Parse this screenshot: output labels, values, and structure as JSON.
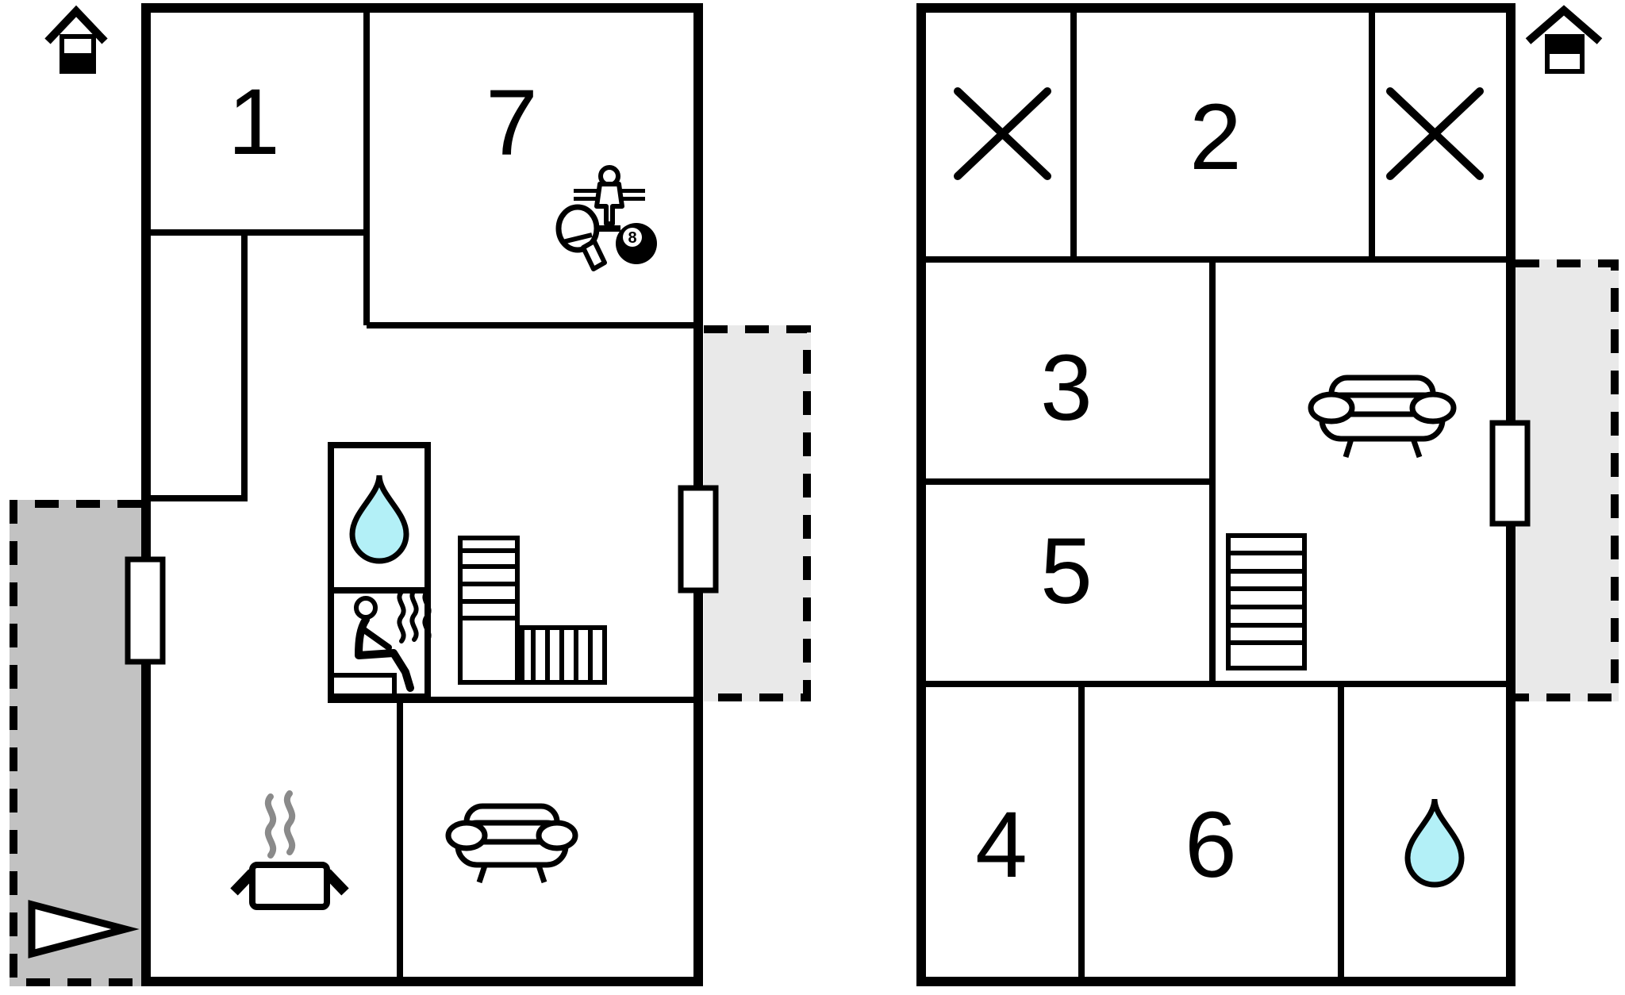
{
  "colors": {
    "wall": "#000000",
    "background": "#ffffff",
    "water_fill": "#b3f0f7",
    "terrace_dark": "#c2c2c2",
    "terrace_light": "#e9e9e9",
    "steam_grey": "#8a8a8a",
    "door_fill": "#ffffff"
  },
  "floors": {
    "ground": {
      "label": "ground floor",
      "rooms": [
        {
          "number": "1"
        },
        {
          "number": "7"
        }
      ],
      "amenities": [
        "house-orientation-icon",
        "foosball-icon",
        "table-tennis-icon",
        "billiards-eight-ball-icon",
        "water-drop-icon",
        "sauna-icon",
        "stairs-icon",
        "cooking-pot-icon",
        "steam-icon",
        "sofa-icon",
        "entrance-arrow-icon",
        "door-marker",
        "terrace-dark",
        "terrace-light"
      ]
    },
    "upper": {
      "label": "upper floor",
      "rooms": [
        {
          "number": "2"
        },
        {
          "number": "3"
        },
        {
          "number": "5"
        },
        {
          "number": "4"
        },
        {
          "number": "6"
        }
      ],
      "amenities": [
        "house-orientation-icon",
        "crossed-room-icon",
        "crossed-room-icon",
        "stairs-icon",
        "sofa-icon",
        "water-drop-icon",
        "door-marker",
        "terrace-light"
      ]
    }
  },
  "billiard_ball": {
    "label": "8"
  }
}
